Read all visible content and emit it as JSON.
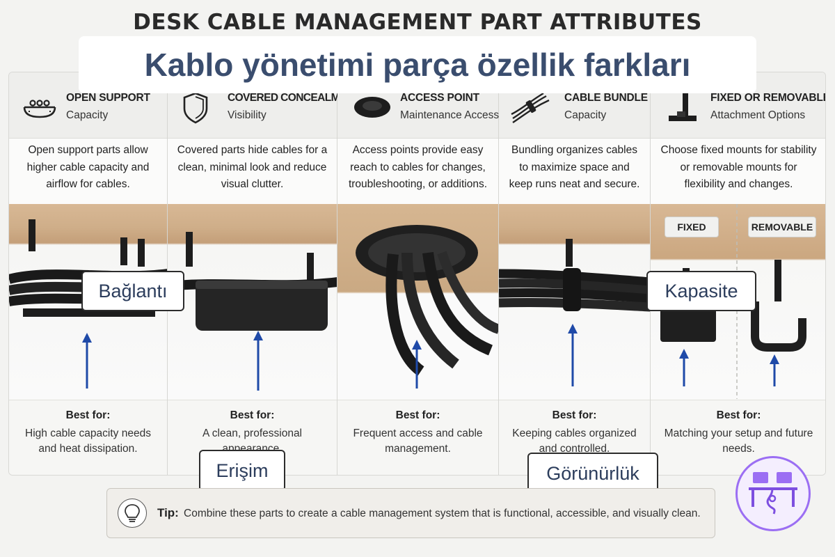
{
  "title": "DESK CABLE MANAGEMENT PART ATTRIBUTES",
  "banner": "Kablo yönetimi parça özellik farkları",
  "columns": [
    {
      "title": "OPEN SUPPORT",
      "subtitle": "Capacity",
      "icon": "basket-icon",
      "description": "Open support parts allow higher cable capacity and airflow for cables.",
      "best_label": "Best for:",
      "best_text": "High cable capacity needs and heat dissipation."
    },
    {
      "title": "COVERED CONCEALMENT",
      "subtitle": "Visibility",
      "icon": "shield-icon",
      "description": "Covered parts hide cables for a clean, minimal look and reduce visual clutter.",
      "best_label": "Best for:",
      "best_text": "A clean, professional appearance."
    },
    {
      "title": "ACCESS POINT",
      "subtitle": "Maintenance Access",
      "icon": "grommet-icon",
      "description": "Access points provide easy reach to cables for changes, troubleshooting, or additions.",
      "best_label": "Best for:",
      "best_text": "Frequent access and cable management."
    },
    {
      "title": "CABLE BUNDLE",
      "subtitle": "Capacity",
      "icon": "cable-bundle-icon",
      "description": "Bundling organizes cables to maximize space and keep runs neat and secure.",
      "best_label": "Best for:",
      "best_text": "Keeping cables organized and controlled."
    },
    {
      "title": "FIXED OR REMOVABLE",
      "subtitle": "Attachment Options",
      "icon": "bracket-icon",
      "description": "Choose fixed mounts for stability or removable mounts for flexibility and changes.",
      "best_label": "Best for:",
      "best_text": "Matching your setup and future needs."
    }
  ],
  "sublabels": {
    "fixed": "FIXED",
    "removable": "REMOVABLE"
  },
  "tags": {
    "baglanti": "Bağlantı",
    "kapasite": "Kapasite",
    "erisim": "Erişim",
    "gorunurluk": "Görünürlük"
  },
  "tip": {
    "label": "Tip:",
    "text": "Combine these parts to create a cable management system that is functional, accessible, and visually clean."
  },
  "colors": {
    "banner_text": "#3a4d6e",
    "arrow": "#1f4aa8",
    "logo_accent": "#9b6ef3"
  }
}
